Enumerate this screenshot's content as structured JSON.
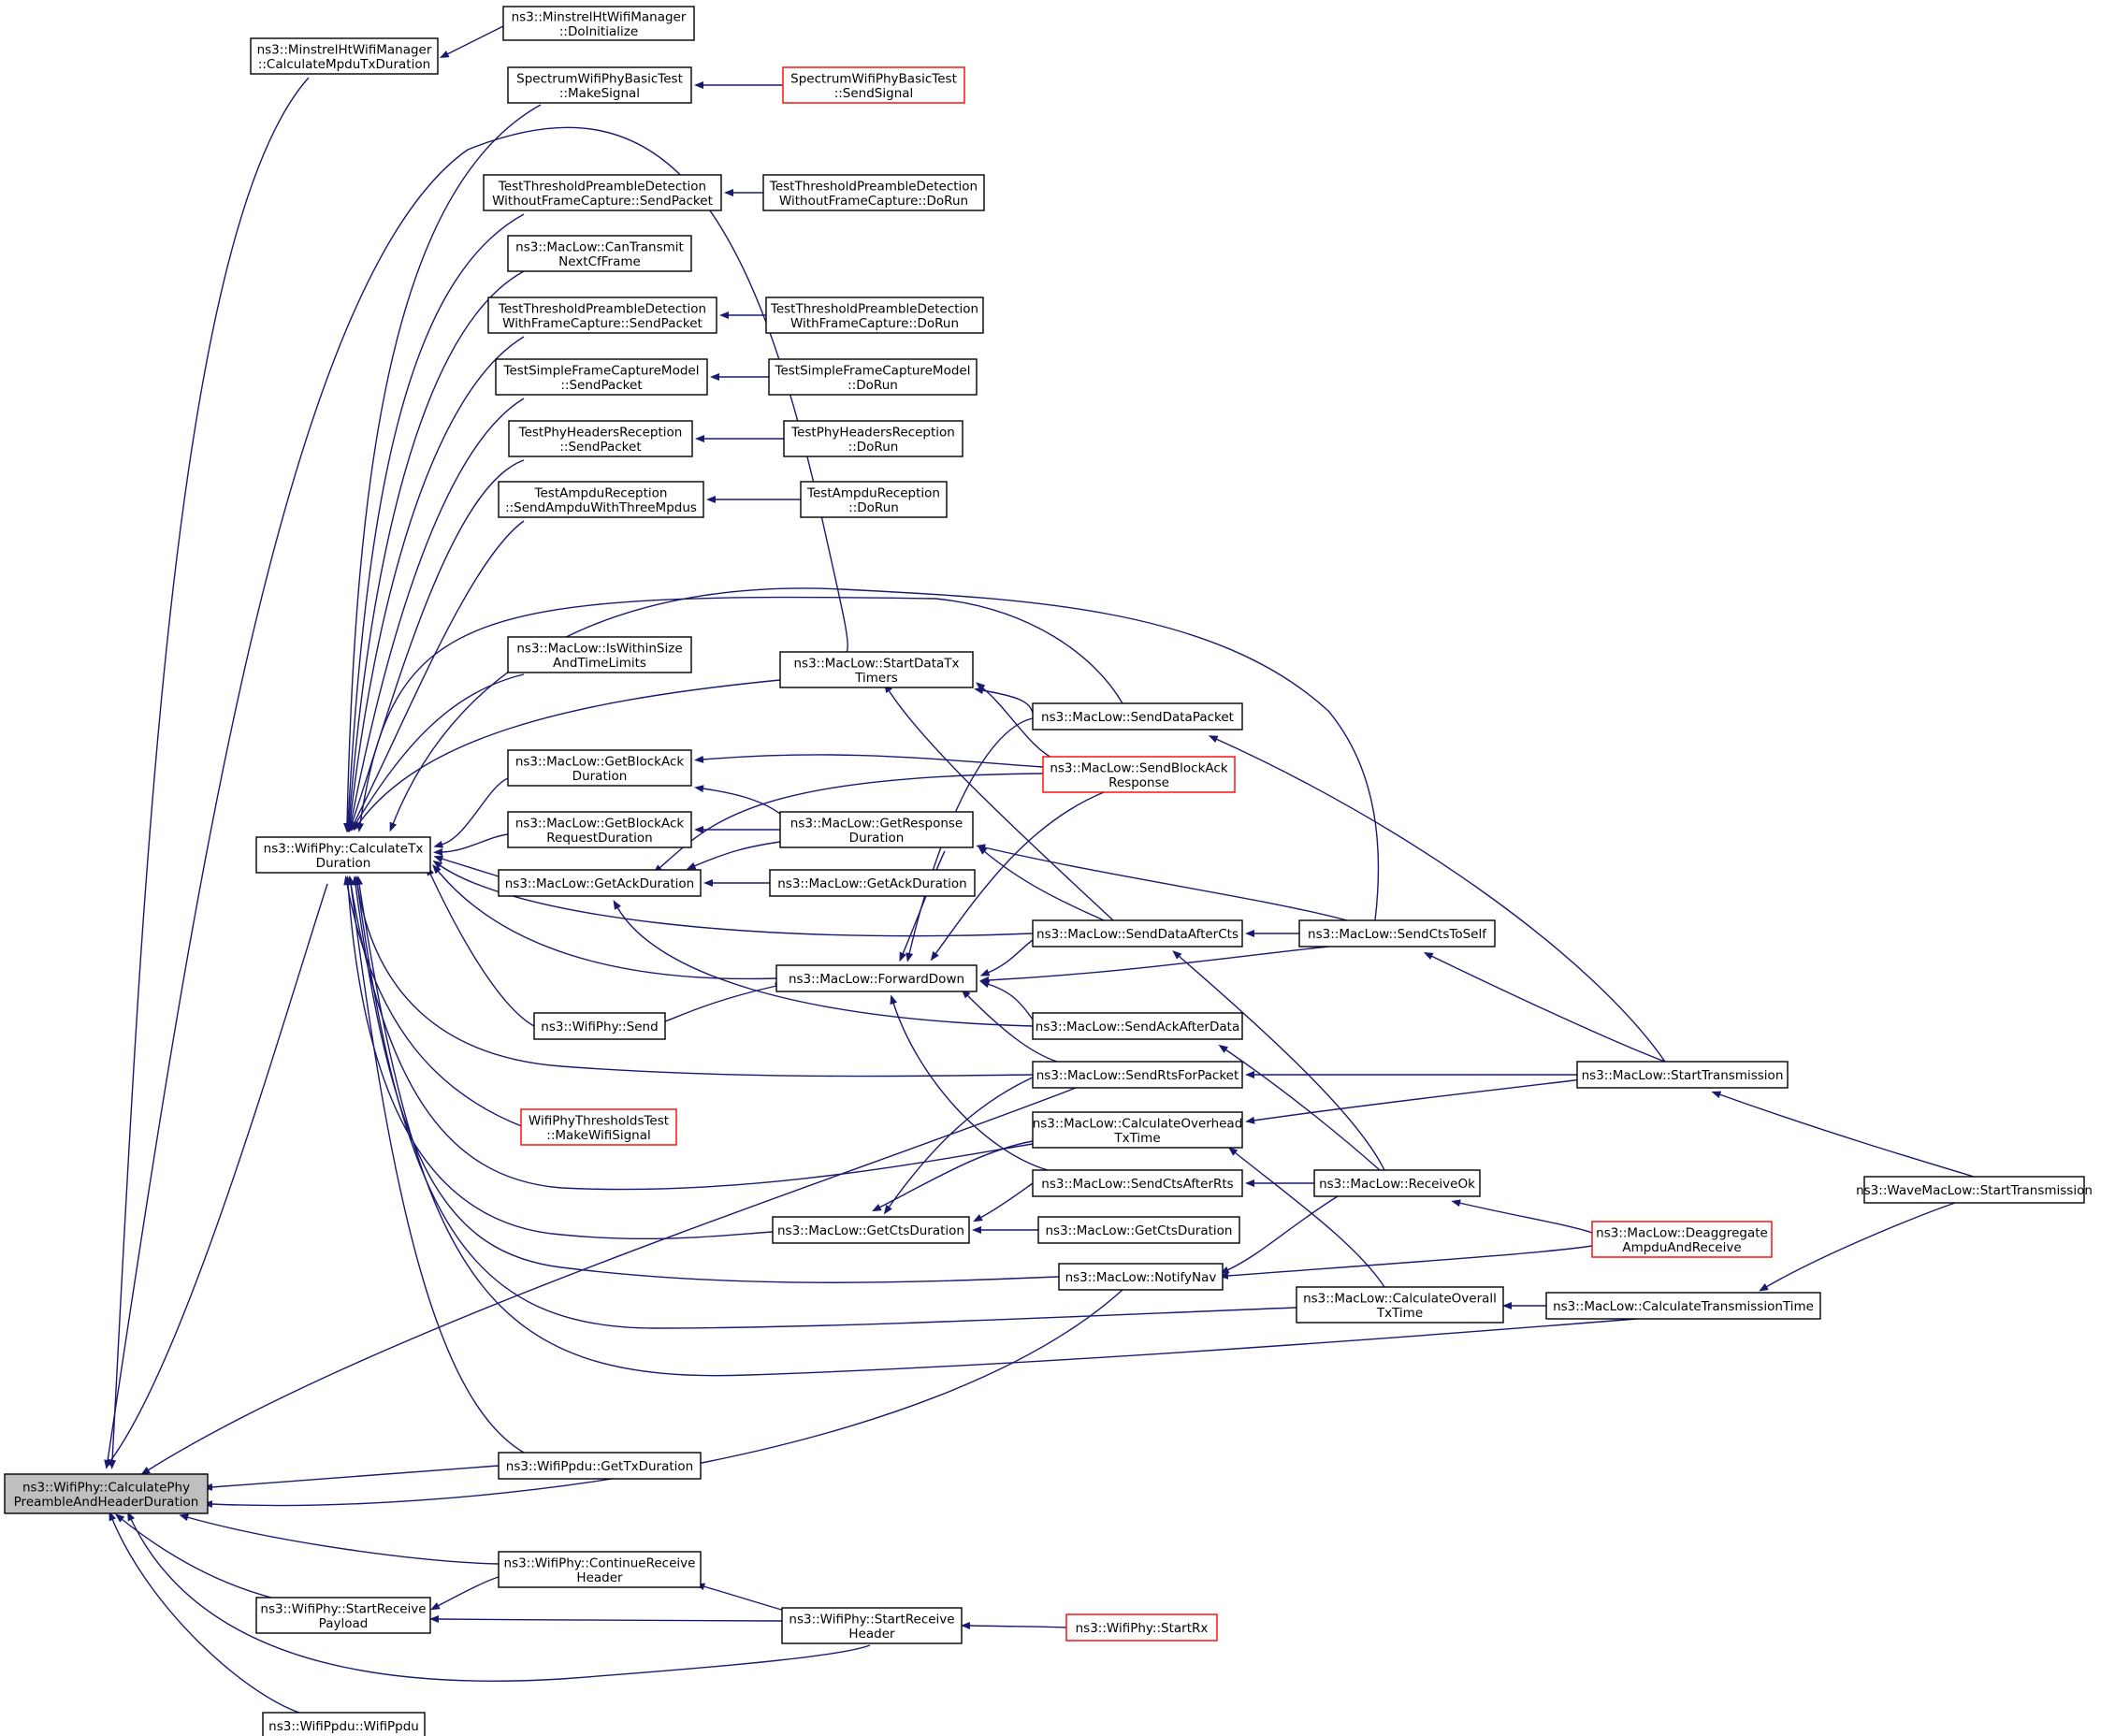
{
  "colors": {
    "edge": "#191970",
    "highlight_border": "#ff0000",
    "root_fill": "#bfbfbf",
    "node_border": "#000000"
  },
  "nodes": {
    "n0": {
      "lines": [
        "ns3::WifiPhy::CalculatePhy",
        "PreambleAndHeaderDuration"
      ],
      "root": true
    },
    "n1": {
      "lines": [
        "ns3::MinstrelHtWifiManager",
        "::CalculateMpduTxDuration"
      ]
    },
    "n2": {
      "lines": [
        "ns3::MinstrelHtWifiManager",
        "::DoInitialize"
      ]
    },
    "n3": {
      "lines": [
        "ns3::WifiPhy::CalculateTx",
        "Duration"
      ]
    },
    "n4": {
      "lines": [
        "SpectrumWifiPhyBasicTest",
        "::MakeSignal"
      ]
    },
    "n5": {
      "lines": [
        "SpectrumWifiPhyBasicTest",
        "::SendSignal"
      ],
      "red": true
    },
    "n6": {
      "lines": [
        "TestThresholdPreambleDetection",
        "WithoutFrameCapture::SendPacket"
      ]
    },
    "n7": {
      "lines": [
        "TestThresholdPreambleDetection",
        "WithoutFrameCapture::DoRun"
      ]
    },
    "n8": {
      "lines": [
        "ns3::MacLow::CanTransmit",
        "NextCfFrame"
      ]
    },
    "n9": {
      "lines": [
        "TestThresholdPreambleDetection",
        "WithFrameCapture::SendPacket"
      ]
    },
    "n10": {
      "lines": [
        "TestThresholdPreambleDetection",
        "WithFrameCapture::DoRun"
      ]
    },
    "n11": {
      "lines": [
        "TestSimpleFrameCaptureModel",
        "::SendPacket"
      ]
    },
    "n12": {
      "lines": [
        "TestSimpleFrameCaptureModel",
        "::DoRun"
      ]
    },
    "n13": {
      "lines": [
        "TestPhyHeadersReception",
        "::SendPacket"
      ]
    },
    "n14": {
      "lines": [
        "TestPhyHeadersReception",
        "::DoRun"
      ]
    },
    "n15": {
      "lines": [
        "TestAmpduReception",
        "::SendAmpduWithThreeMpdus"
      ]
    },
    "n16": {
      "lines": [
        "TestAmpduReception",
        "::DoRun"
      ]
    },
    "n17": {
      "lines": [
        "ns3::MacLow::IsWithinSize",
        "AndTimeLimits"
      ]
    },
    "n18": {
      "lines": [
        "ns3::MacLow::StartDataTx",
        "Timers"
      ]
    },
    "n19": {
      "lines": [
        "ns3::MacLow::SendDataPacket"
      ]
    },
    "n20": {
      "lines": [
        "ns3::MacLow::GetBlockAck",
        "Duration"
      ]
    },
    "n21": {
      "lines": [
        "ns3::MacLow::SendBlockAck",
        "Response"
      ],
      "red": true
    },
    "n22": {
      "lines": [
        "ns3::MacLow::GetBlockAck",
        "RequestDuration"
      ]
    },
    "n23": {
      "lines": [
        "ns3::MacLow::GetResponse",
        "Duration"
      ]
    },
    "n24": {
      "lines": [
        "ns3::MacLow::GetAckDuration"
      ]
    },
    "n25": {
      "lines": [
        "ns3::MacLow::GetAckDuration"
      ]
    },
    "n26": {
      "lines": [
        "ns3::MacLow::SendDataAfterCts"
      ]
    },
    "n27": {
      "lines": [
        "ns3::MacLow::SendCtsToSelf"
      ]
    },
    "n28": {
      "lines": [
        "ns3::MacLow::ForwardDown"
      ]
    },
    "n29": {
      "lines": [
        "ns3::WifiPhy::Send"
      ]
    },
    "n30": {
      "lines": [
        "ns3::MacLow::SendAckAfterData"
      ]
    },
    "n31": {
      "lines": [
        "ns3::MacLow::SendRtsForPacket"
      ]
    },
    "n32": {
      "lines": [
        "ns3::MacLow::StartTransmission"
      ]
    },
    "n33": {
      "lines": [
        "WifiPhyThresholdsTest",
        "::MakeWifiSignal"
      ],
      "red": true
    },
    "n34": {
      "lines": [
        "ns3::MacLow::CalculateOverhead",
        "TxTime"
      ]
    },
    "n35": {
      "lines": [
        "ns3::MacLow::SendCtsAfterRts"
      ]
    },
    "n36": {
      "lines": [
        "ns3::MacLow::ReceiveOk"
      ]
    },
    "n37": {
      "lines": [
        "ns3::WaveMacLow::StartTransmission"
      ]
    },
    "n38": {
      "lines": [
        "ns3::MacLow::GetCtsDuration"
      ]
    },
    "n39": {
      "lines": [
        "ns3::MacLow::GetCtsDuration"
      ]
    },
    "n40": {
      "lines": [
        "ns3::MacLow::Deaggregate",
        "AmpduAndReceive"
      ],
      "red": true
    },
    "n41": {
      "lines": [
        "ns3::MacLow::NotifyNav"
      ]
    },
    "n42": {
      "lines": [
        "ns3::MacLow::CalculateOverall",
        "TxTime"
      ]
    },
    "n43": {
      "lines": [
        "ns3::MacLow::CalculateTransmissionTime"
      ]
    },
    "n44": {
      "lines": [
        "ns3::WifiPpdu::GetTxDuration"
      ]
    },
    "n45": {
      "lines": [
        "ns3::WifiPhy::ContinueReceive",
        "Header"
      ]
    },
    "n46": {
      "lines": [
        "ns3::WifiPhy::StartReceive",
        "Payload"
      ]
    },
    "n47": {
      "lines": [
        "ns3::WifiPhy::StartReceive",
        "Header"
      ]
    },
    "n48": {
      "lines": [
        "ns3::WifiPhy::StartRx"
      ],
      "red": true
    },
    "n49": {
      "lines": [
        "ns3::WifiPpdu::WifiPpdu"
      ]
    }
  }
}
